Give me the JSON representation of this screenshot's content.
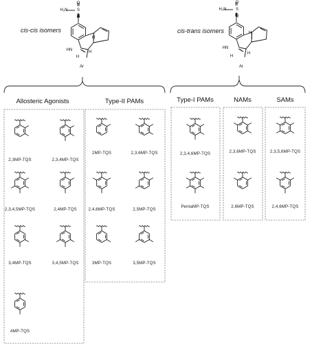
{
  "isomers": {
    "left": {
      "label": "cis-cis isomers"
    },
    "right": {
      "label": "cis-trans isomers"
    }
  },
  "scaffold_atoms": {
    "sulfonamide_n": "H₂N",
    "sulfur": "S",
    "oxygen": "O",
    "amine": "HN",
    "hydrogen": "H",
    "aryl": "Ar"
  },
  "groups": [
    {
      "label": "Allosteric Agonists",
      "compounds": [
        "2,3MP-TQS",
        "2,3,4MP-TQS",
        "2,3,4,5MP-TQS",
        "2,4MP-TQS",
        "3,4MP-TQS",
        "3,4,5MP-TQS",
        "4MP-TQS"
      ]
    },
    {
      "label": "Type-II PAMs",
      "compounds": [
        "2MP-TQS",
        "2,3,6MP-TQS",
        "2,4,6MP-TQS",
        "2,5MP-TQS",
        "3MP-TQS",
        "3,5MP-TQS"
      ]
    },
    {
      "label": "Type-I PAMs",
      "compounds": [
        "2,3,4,6MP-TQS",
        "PentaMP-TQS"
      ]
    },
    {
      "label": "NAMs",
      "compounds": [
        "2,3,6MP-TQS",
        "2,6MP-TQS"
      ]
    },
    {
      "label": "SAMs",
      "compounds": [
        "2,3,5,6MP-TQS",
        "2,4,6MP-TQS"
      ]
    }
  ]
}
